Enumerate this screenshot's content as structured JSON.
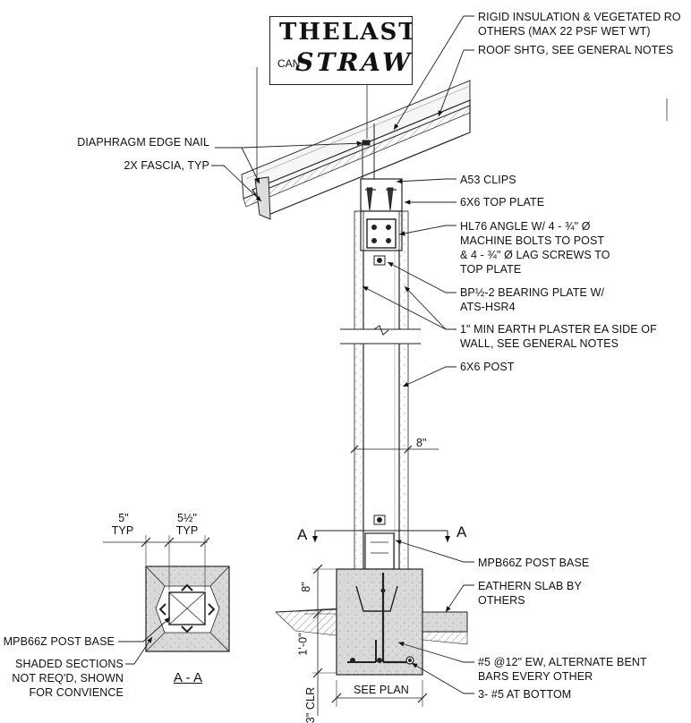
{
  "logo": {
    "line1": "THE",
    "line2": "LAST",
    "line3": "STRAW",
    "partial_text": "CAN"
  },
  "labels": {
    "rigid_insulation_1": "RIGID INSULATION & VEGETATED RO",
    "rigid_insulation_2": "OTHERS (MAX 22 PSF WET WT)",
    "roof_shtg": "ROOF SHTG, SEE GENERAL NOTES",
    "diaphragm": "DIAPHRAGM EDGE NAIL",
    "fascia": "2X FASCIA, TYP",
    "a53": "A53 CLIPS",
    "top_plate": "6X6 TOP PLATE",
    "hl76_1": "HL76 ANGLE W/ 4 - ¾\" Ø",
    "hl76_2": "MACHINE BOLTS TO POST",
    "hl76_3": "& 4 - ¾\" Ø LAG SCREWS TO",
    "hl76_4": "TOP PLATE",
    "bp_1": "BP½-2 BEARING PLATE W/",
    "bp_2": "ATS-HSR4",
    "plaster_1": "1\" MIN EARTH PLASTER EA SIDE OF",
    "plaster_2": "WALL, SEE GENERAL NOTES",
    "post": "6X6 POST",
    "dim_8in": "8\"",
    "section_a_left": "A",
    "section_a_right": "A",
    "mpb_right": "MPB66Z POST BASE",
    "slab_1": "EATHERN SLAB BY",
    "slab_2": "OTHERS",
    "rebar_1": "#5 @12\" EW, ALTERNATE BENT",
    "rebar_2": "BARS EVERY OTHER",
    "bottom_bars": "3- #5 AT BOTTOM",
    "see_plan": "SEE PLAN",
    "dim_8_vert": "8\"",
    "dim_1_0": "1'-0\"",
    "dim_clr": "3\" CLR",
    "dim_5": "5\"",
    "typ_a": "TYP",
    "dim_5half": "5½\"",
    "typ_b": "TYP",
    "mpb_left": "MPB66Z POST BASE",
    "shaded_1": "SHADED SECTIONS",
    "shaded_2": "NOT REQ'D, SHOWN",
    "shaded_3": "FOR CONVIENCE",
    "section_title": "A - A"
  }
}
